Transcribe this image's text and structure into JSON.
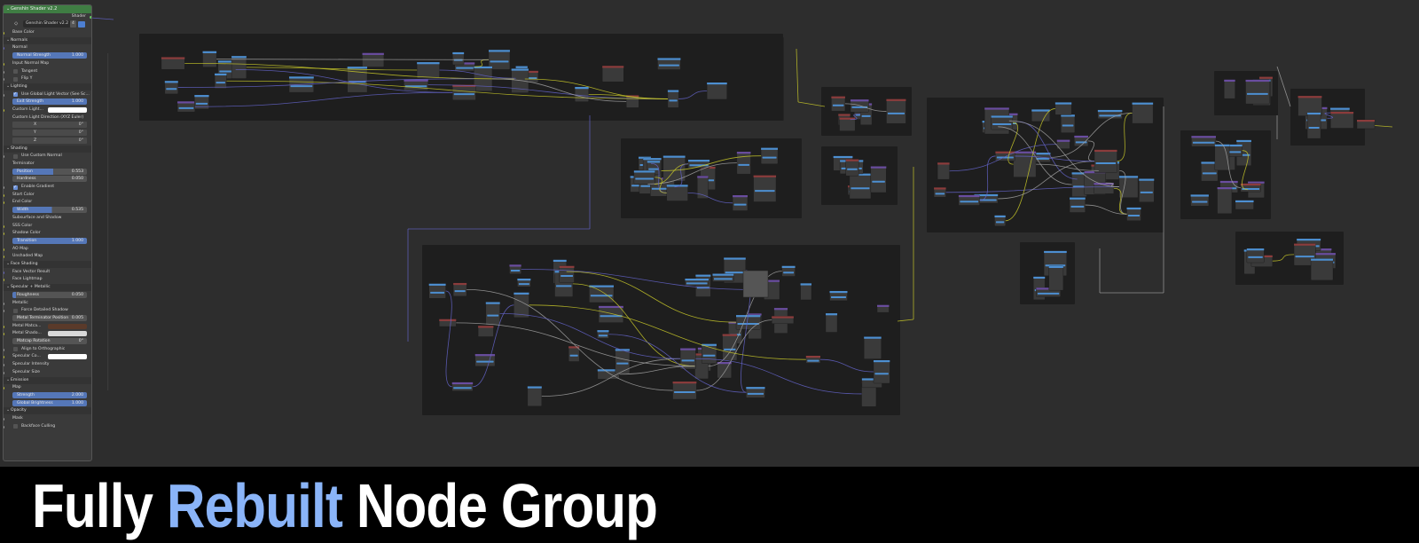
{
  "editor": {
    "background": "#2d2d2d",
    "frame_color": "#1e1e1e",
    "node_color": "#3a3a3a",
    "wire_colors": {
      "color": "#c7c729",
      "vector": "#6363c7",
      "float": "#a1a1a1"
    },
    "accent": "#4d8fd1"
  },
  "group_node": {
    "title": "Genshin Shader v2.2",
    "output_label": "Shader",
    "datablock": "Genshin Shader v2.2",
    "user_count": "4",
    "header_color": "#3f7d43",
    "rows": [
      {
        "kind": "label",
        "text": "Base Color",
        "socket": "c"
      },
      {
        "kind": "heading",
        "text": "Normals"
      },
      {
        "kind": "label",
        "text": "Normal",
        "socket": "v"
      },
      {
        "kind": "bar",
        "text": "Normal Strength",
        "value": "1.000",
        "blue": true
      },
      {
        "kind": "label",
        "text": "Input Normal Map",
        "socket": "c"
      },
      {
        "kind": "check",
        "text": "Tangent",
        "on": false
      },
      {
        "kind": "check",
        "text": "Flip Y",
        "on": false
      },
      {
        "kind": "heading",
        "text": "Lighting"
      },
      {
        "kind": "check",
        "text": "Use Global Light Vector (See Sc...",
        "on": true
      },
      {
        "kind": "bar",
        "text": "Exit Strength",
        "value": "1.000",
        "blue": true
      },
      {
        "kind": "swatch",
        "text": "Custom Light...",
        "color": "#ffffff"
      },
      {
        "kind": "label",
        "text": "Custom Light Direction (XYZ Euler)"
      },
      {
        "kind": "vec",
        "axis": "X",
        "value": "0°"
      },
      {
        "kind": "vec",
        "axis": "Y",
        "value": "0°"
      },
      {
        "kind": "vec",
        "axis": "Z",
        "value": "0°"
      },
      {
        "kind": "heading",
        "text": "Shading"
      },
      {
        "kind": "check",
        "text": "Use Custom Normal",
        "on": false
      },
      {
        "kind": "label",
        "text": "Terminator"
      },
      {
        "kind": "bar",
        "text": "Position",
        "value": "0.553",
        "blue": true,
        "fill": 0.55
      },
      {
        "kind": "bar",
        "text": "Hardness",
        "value": "0.050",
        "blue": false
      },
      {
        "kind": "check",
        "text": "Enable Gradient",
        "on": true
      },
      {
        "kind": "label",
        "text": "Start Color",
        "socket": "c"
      },
      {
        "kind": "label",
        "text": "End Color",
        "socket": "c"
      },
      {
        "kind": "bar",
        "text": "Width",
        "value": "0.535",
        "blue": true,
        "fill": 0.53
      },
      {
        "kind": "label",
        "text": "Subsurface and Shadow"
      },
      {
        "kind": "label",
        "text": "SSS Color",
        "socket": "c"
      },
      {
        "kind": "label",
        "text": "Shadow Color",
        "socket": "c"
      },
      {
        "kind": "bar",
        "text": "Transition",
        "value": "1.000",
        "blue": true
      },
      {
        "kind": "label",
        "text": "AO Map",
        "socket": "c"
      },
      {
        "kind": "label",
        "text": "Unshaded Map",
        "socket": "c"
      },
      {
        "kind": "heading",
        "text": "Face Shading"
      },
      {
        "kind": "label",
        "text": "Face Vector Result",
        "socket": "v"
      },
      {
        "kind": "label",
        "text": "Face Lightmap",
        "socket": "c"
      },
      {
        "kind": "heading",
        "text": "Specular + Metallic"
      },
      {
        "kind": "bar",
        "text": "Roughness",
        "value": "0.050",
        "blue": true,
        "fill": 0.05
      },
      {
        "kind": "label",
        "text": "Metallic",
        "socket": "g"
      },
      {
        "kind": "check",
        "text": "Force Detailed Shadow",
        "on": false
      },
      {
        "kind": "bar",
        "text": "Metal Terminator Position",
        "value": "0.005",
        "blue": false
      },
      {
        "kind": "swatch",
        "text": "Metal Matca...",
        "color": "#5a3a2a"
      },
      {
        "kind": "swatch",
        "text": "Metal Shado...",
        "color": "#d8d8d8"
      },
      {
        "kind": "bar",
        "text": "Matcap Rotation",
        "value": "0°",
        "blue": false
      },
      {
        "kind": "check",
        "text": "Align to Orthographic",
        "on": false
      },
      {
        "kind": "swatch",
        "text": "Specular Co...",
        "color": "#ffffff"
      },
      {
        "kind": "label",
        "text": "Specular Intensity",
        "socket": "g"
      },
      {
        "kind": "label",
        "text": "Specular Size",
        "socket": "g"
      },
      {
        "kind": "heading",
        "text": "Emission"
      },
      {
        "kind": "label",
        "text": "Map",
        "socket": "c"
      },
      {
        "kind": "bar",
        "text": "Strength",
        "value": "2.000",
        "blue": true
      },
      {
        "kind": "bar",
        "text": "Global Brightness",
        "value": "1.000",
        "blue": true
      },
      {
        "kind": "heading",
        "text": "Opacity"
      },
      {
        "kind": "label",
        "text": "Mask",
        "socket": "g"
      },
      {
        "kind": "check",
        "text": "Backface Culling",
        "on": false
      }
    ]
  },
  "caption": {
    "before": "Fully ",
    "highlight": "Rebuilt",
    "after": " Node Group",
    "highlight_color": "#8ab4f8",
    "text_color": "#ffffff"
  }
}
